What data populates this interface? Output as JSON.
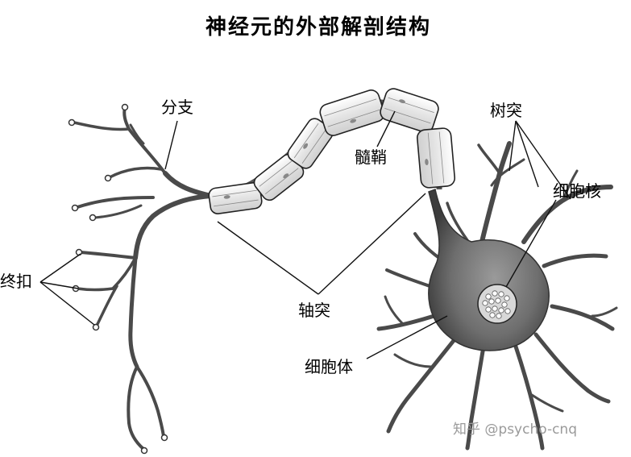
{
  "title": "神经元的外部解剖结构",
  "labels": {
    "branch": "分支",
    "myelin": "髓鞘",
    "dendrite": "树突",
    "nucleus": "细胞核",
    "terminal": "终扣",
    "axon": "轴突",
    "soma": "细胞体"
  },
  "watermark": "知乎 @psycho-cnq",
  "colors": {
    "line": "#1a1a1a",
    "soma_fill": "#6b6b6b",
    "myelin_fill": "#e9e9e9"
  }
}
